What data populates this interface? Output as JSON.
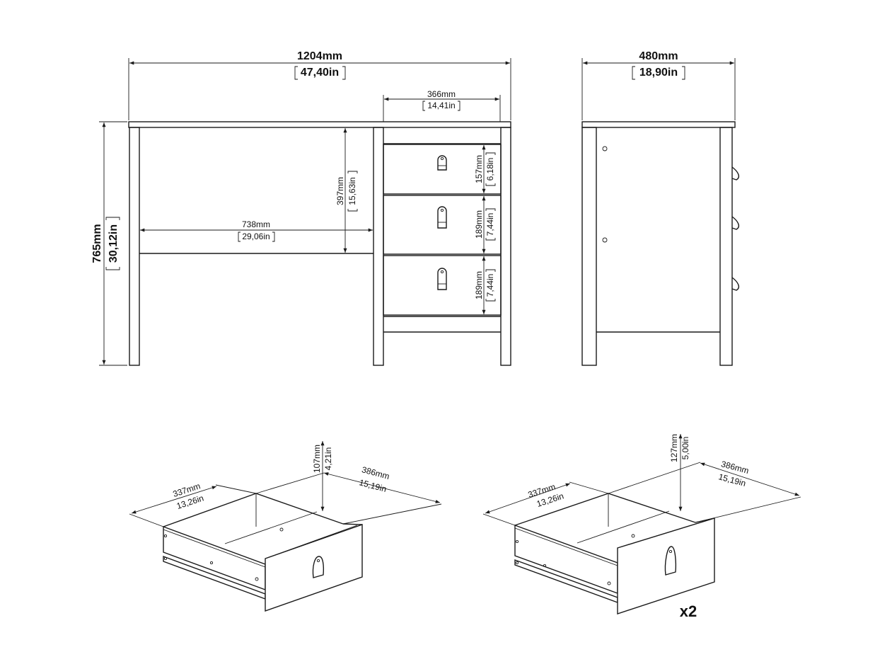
{
  "front_view": {
    "total_width_mm": "1204mm",
    "total_width_in": "47,40in",
    "drawer_unit_width_mm": "366mm",
    "drawer_unit_width_in": "14,41in",
    "height_mm": "765mm",
    "height_in": "30,12in",
    "knee_height_mm": "397mm",
    "knee_height_in": "15,63in",
    "knee_width_mm": "738mm",
    "knee_width_in": "29,06in",
    "drawer1_height_mm": "157mm",
    "drawer1_height_in": "6,18in",
    "drawer2_height_mm": "189mm",
    "drawer2_height_in": "7,44in",
    "drawer3_height_mm": "189mm",
    "drawer3_height_in": "7,44in"
  },
  "side_view": {
    "depth_mm": "480mm",
    "depth_in": "18,90in"
  },
  "drawer_top": {
    "width_mm": "337mm",
    "width_in": "13,26in",
    "depth_mm": "386mm",
    "depth_in": "15,19in",
    "height_mm": "107mm",
    "height_in": "4,21in"
  },
  "drawer_lower": {
    "width_mm": "337mm",
    "width_in": "13,26in",
    "depth_mm": "386mm",
    "depth_in": "15,19in",
    "height_mm": "127mm",
    "height_in": "5,00in",
    "quantity": "x2"
  }
}
